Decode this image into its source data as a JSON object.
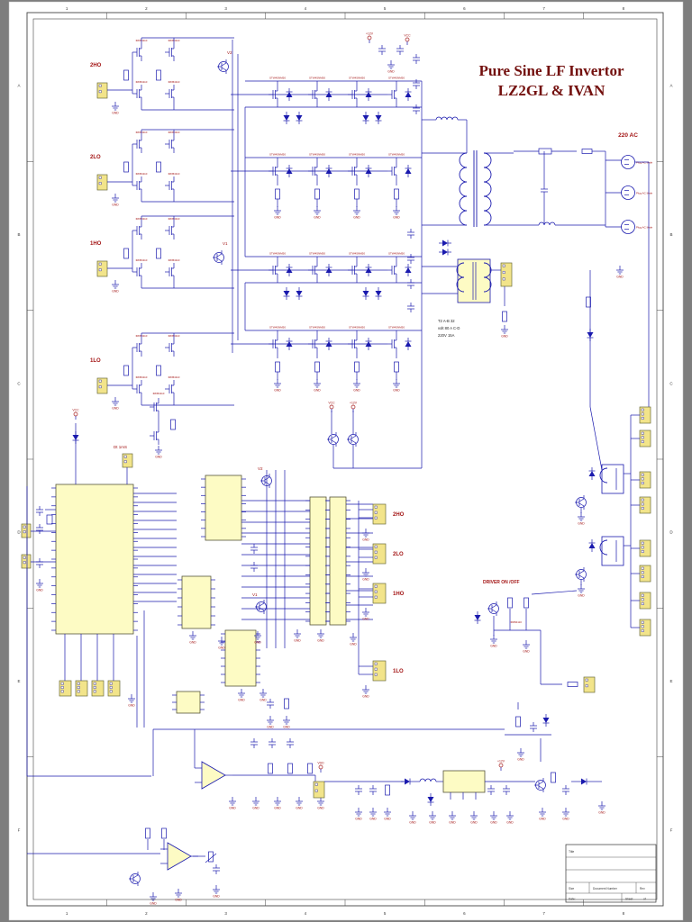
{
  "meta": {
    "type": "schematic-sheet"
  },
  "colors": {
    "canvas": "#7e7e7e",
    "sheet": "#ffffff",
    "wire": "#1a1aae",
    "label": "#a31515",
    "title": "#73100e",
    "ic_fill": "#fdfbc4",
    "conn_fill": "#f2e48a",
    "frame": "#444444",
    "note": "#222222"
  },
  "title": {
    "line1": "Pure Sine LF Invertor",
    "line2": "LZ2GL & IVAN"
  },
  "frame": {
    "cols": [
      "1",
      "2",
      "3",
      "4",
      "5",
      "6",
      "7",
      "8"
    ],
    "rows": [
      "A",
      "B",
      "C",
      "D",
      "E",
      "F"
    ]
  },
  "labels": {
    "ac220": "220 AC",
    "driver_onoff": "DRIVER ON /OFF",
    "dt": "Dt 1mS",
    "t2_line1": "T2  A-B 32",
    "t2_line2": "volt 80 A  C-D",
    "t2_line3": "220V 15A",
    "plug": "Plug AC Male",
    "gnd": "GND",
    "vcc": "VCC",
    "vdd": "VDD",
    "v12": "+12V",
    "v1": "V1",
    "v2": "V2",
    "sec_2ho": "2HO",
    "sec_2lo": "2LO",
    "sec_1ho": "1HO",
    "sec_1lo": "1LO",
    "mosfet_part": "STW45NM50",
    "driver_part": "IRFB4110"
  },
  "title_block": {
    "title_label": "Title",
    "size_label": "Size",
    "doc_label": "Document Number",
    "rev_label": "Rev",
    "date_label": "Date:",
    "sheet_label": "Sheet",
    "of_label": "of"
  }
}
